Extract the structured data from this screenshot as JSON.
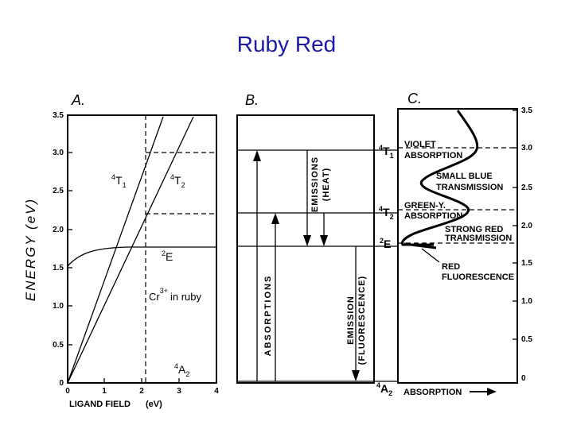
{
  "slide": {
    "title": "Ruby Red"
  },
  "panel_a": {
    "letter": "A.",
    "y_axis_label": "ENERGY   (eV)",
    "x_axis_label": "LIGAND FIELD",
    "x_axis_unit": "(eV)",
    "y_ticks": [
      "0",
      "0.5",
      "1.0",
      "1.5",
      "2.0",
      "2.5",
      "3.0",
      "3.5"
    ],
    "x_ticks": [
      "0",
      "1",
      "2",
      "3",
      "4"
    ],
    "state_t1": {
      "sup": "4",
      "main": "T",
      "sub": "1"
    },
    "state_t2": {
      "sup": "4",
      "main": "T",
      "sub": "2"
    },
    "state_e": {
      "sup": "2",
      "main": "E"
    },
    "state_a2": {
      "sup": "4",
      "main": "A",
      "sub": "2"
    },
    "ion_main": "Cr",
    "ion_sup": "3+",
    "ion_suffix": "in  ruby"
  },
  "panel_b": {
    "letter": "B.",
    "absorptions": "ABSORPTIONS",
    "emissions": "EMISSIONS",
    "heat": "(HEAT)",
    "emission": "EMISSION",
    "fluorescence": "(FLUORESCENCE)"
  },
  "panel_c": {
    "letter": "C.",
    "violet": "VIOLET",
    "violet_absorption": "ABSORPTION",
    "small_blue": "SMALL  BLUE",
    "blue_transmission": "TRANSMISSION",
    "green_y": "GREEN-Y.",
    "green_absorption": "ABSORPTION",
    "strong_red": "STRONG RED",
    "red_transmission": "TRANSMISSION",
    "red": "RED",
    "red_fluorescence": "FLUORESCENCE",
    "x_axis_label": "ABSORPTION",
    "y_ticks": [
      "0",
      "0.5",
      "1.0",
      "1.5",
      "2.0",
      "2.5",
      "3.0",
      "3.5"
    ],
    "label_t1": {
      "sup": "4",
      "main": "T",
      "sub": "1"
    },
    "label_t2": {
      "sup": "4",
      "main": "T",
      "sub": "2"
    },
    "label_e": {
      "sup": "2",
      "main": "E"
    },
    "label_a2": {
      "sup": "4",
      "main": "A",
      "sub": "2"
    }
  },
  "levels_ev": {
    "A2": 0,
    "E": 1.78,
    "T2": 2.2,
    "T1": 3.0
  },
  "crystal_field_ev": 2.15
}
